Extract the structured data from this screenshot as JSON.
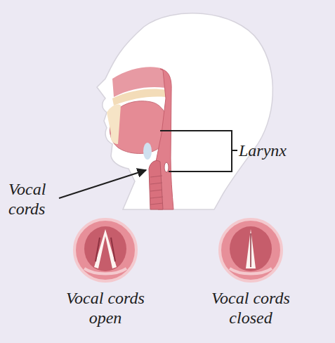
{
  "diagram": {
    "labels": [
      "Larynx",
      "Vocal cords",
      "Vocal cords open",
      "Vocal cords closed"
    ]
  }
}
